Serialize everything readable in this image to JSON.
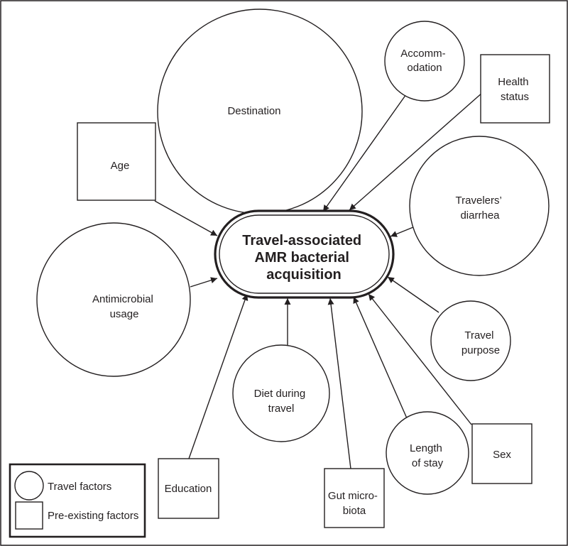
{
  "center": {
    "line1": "Travel-associated",
    "line2": "AMR bacterial",
    "line3": "acquisition"
  },
  "nodes": {
    "destination": [
      "Destination"
    ],
    "accommodation": [
      "Accomm-",
      "odation"
    ],
    "health_status": [
      "Health",
      "status"
    ],
    "age": [
      "Age"
    ],
    "travelers_diarrhea": [
      "Travelers’",
      "diarrhea"
    ],
    "antimicrobial_usage": [
      "Antimicrobial",
      "usage"
    ],
    "travel_purpose": [
      "Travel",
      "purpose"
    ],
    "diet": [
      "Diet during",
      "travel"
    ],
    "length_of_stay": [
      "Length",
      "of stay"
    ],
    "sex": [
      "Sex"
    ],
    "education": [
      "Education"
    ],
    "gut_microbiota": [
      "Gut micro-",
      "biota"
    ]
  },
  "legend": {
    "travel_factors": "Travel factors",
    "preexisting_factors": "Pre-existing factors"
  }
}
